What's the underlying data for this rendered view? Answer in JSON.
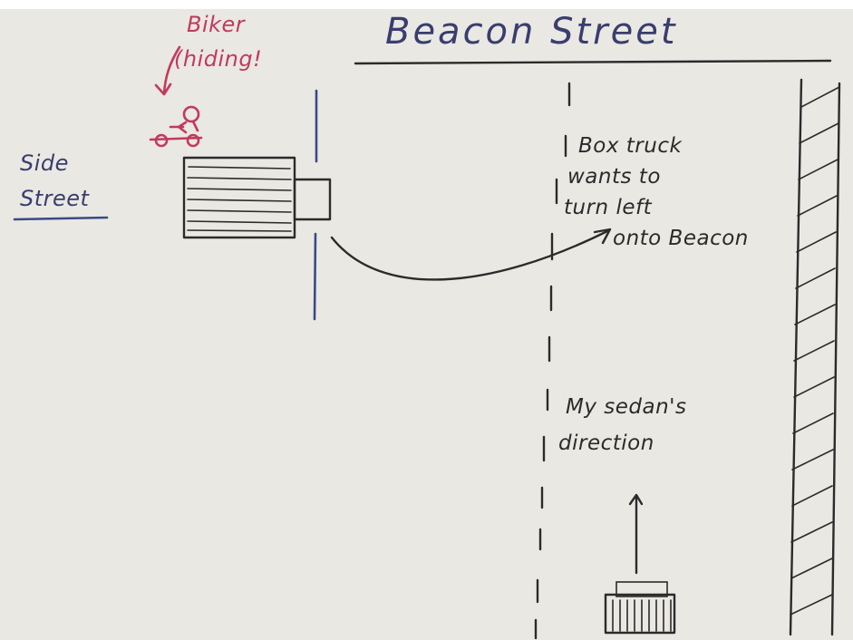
{
  "title": "Beacon Street",
  "side_street": {
    "line1": "Side",
    "line2": "Street"
  },
  "biker": {
    "line1": "Biker",
    "line2": "(hiding!"
  },
  "truck_note": [
    "Box truck",
    "wants to",
    "turn left",
    "onto Beacon"
  ],
  "sedan_note": [
    "My sedan's",
    "direction"
  ],
  "colors": {
    "paper": "#e9e8e3",
    "ink": "#2b2b2b",
    "blue_ink": "#3b4a86",
    "red_ink": "#c23a5a"
  },
  "icons": [
    "box-truck-icon",
    "bicycle-icon",
    "sedan-icon",
    "arrow-icon"
  ]
}
